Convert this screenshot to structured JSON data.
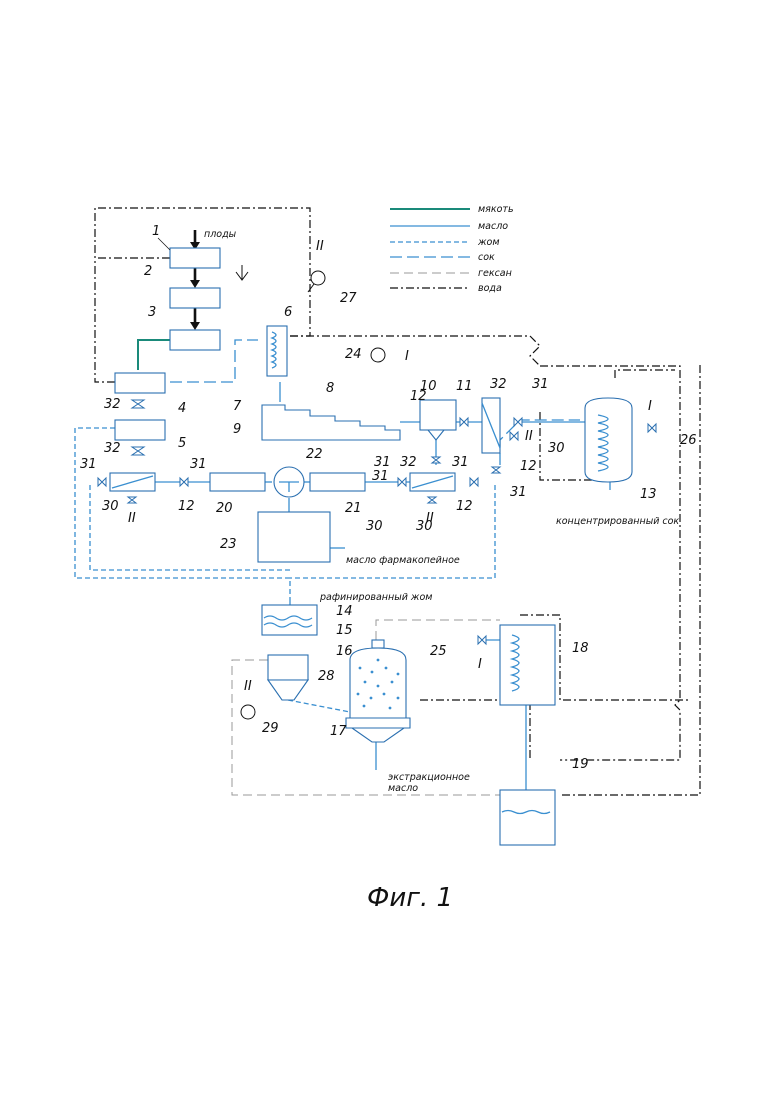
{
  "legend": [
    {
      "label": "мякоть",
      "style": "pulp"
    },
    {
      "label": "масло",
      "style": "oil"
    },
    {
      "label": "жом",
      "style": "pomace"
    },
    {
      "label": "сок",
      "style": "juice"
    },
    {
      "label": "гексан",
      "style": "hexane"
    },
    {
      "label": "вода",
      "style": "water"
    }
  ],
  "labels": {
    "fruits": "плоды",
    "concentrated_juice": "концентрированный сок",
    "pharmacopoeia_oil": "масло фармакопейное",
    "refined_pomace": "рафинированный жом",
    "extraction_oil_1": "экстракционное",
    "extraction_oil_2": "масло"
  },
  "numbers": [
    "1",
    "2",
    "3",
    "4",
    "5",
    "6",
    "7",
    "8",
    "9",
    "10",
    "11",
    "12",
    "12",
    "12",
    "12",
    "13",
    "14",
    "15",
    "16",
    "17",
    "18",
    "19",
    "20",
    "21",
    "22",
    "23",
    "24",
    "25",
    "26",
    "27",
    "28",
    "29",
    "30",
    "30",
    "30",
    "30",
    "31",
    "31",
    "31",
    "31",
    "31",
    "31",
    "31",
    "32",
    "32",
    "32",
    "32"
  ],
  "roman": {
    "one": "I",
    "two": "II"
  },
  "caption": "Фиг. 1",
  "colors": {
    "line": "#3a8fd0",
    "pulp": "#1a8a7a",
    "hexane": "#999999",
    "black": "#111111"
  }
}
